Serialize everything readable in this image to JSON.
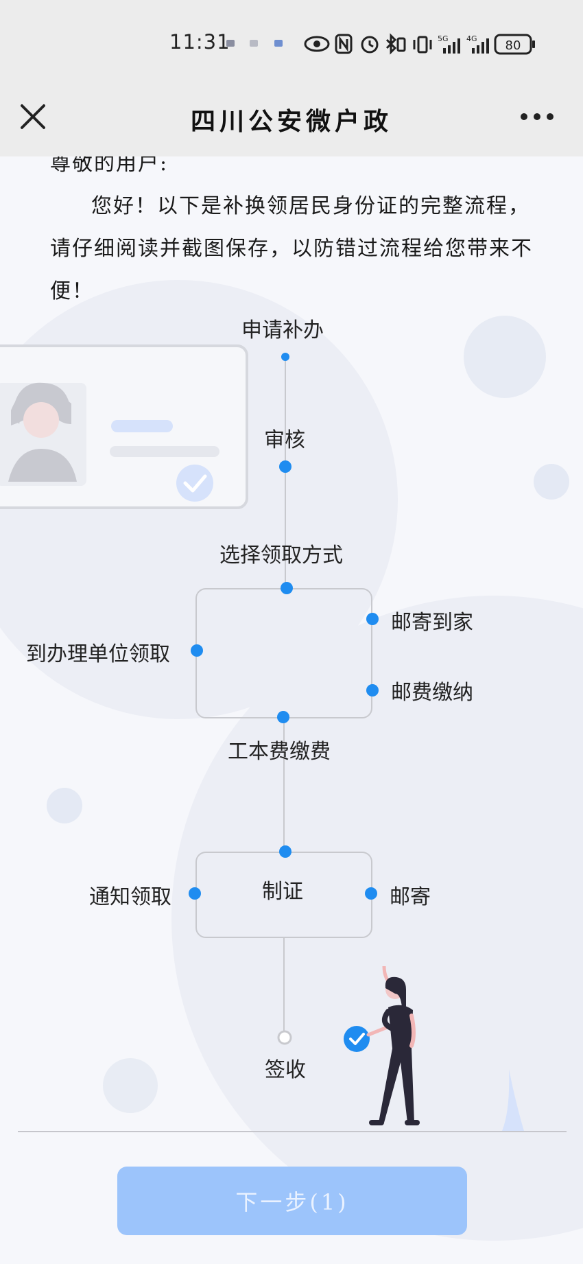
{
  "status_bar": {
    "time": "11:31",
    "network_1": "5G",
    "network_2": "4G",
    "battery": "80"
  },
  "header": {
    "title": "四川公安微户政",
    "close_icon": "close-icon",
    "more_icon": "more-dots-icon"
  },
  "intro": {
    "line0": "尊敬的用户:",
    "paragraph": "您好！以下是补换领居民身份证的完整流程，请仔细阅读并截图保存，以防错过流程给您带来不便！"
  },
  "flow": {
    "step1": "申请补办",
    "step2": "审核",
    "step3": "选择领取方式",
    "branch_left": "到办理单位领取",
    "branch_right_1": "邮寄到家",
    "branch_right_2": "邮费缴纳",
    "step4": "工本费缴费",
    "step5": "制证",
    "step5_left": "通知领取",
    "step5_right": "邮寄",
    "step6": "签收"
  },
  "colors": {
    "accent": "#1f8cf0",
    "button_bg": "#9cc4fb",
    "line": "#c8c9ce"
  },
  "button": {
    "next_label": "下一步(1)"
  }
}
